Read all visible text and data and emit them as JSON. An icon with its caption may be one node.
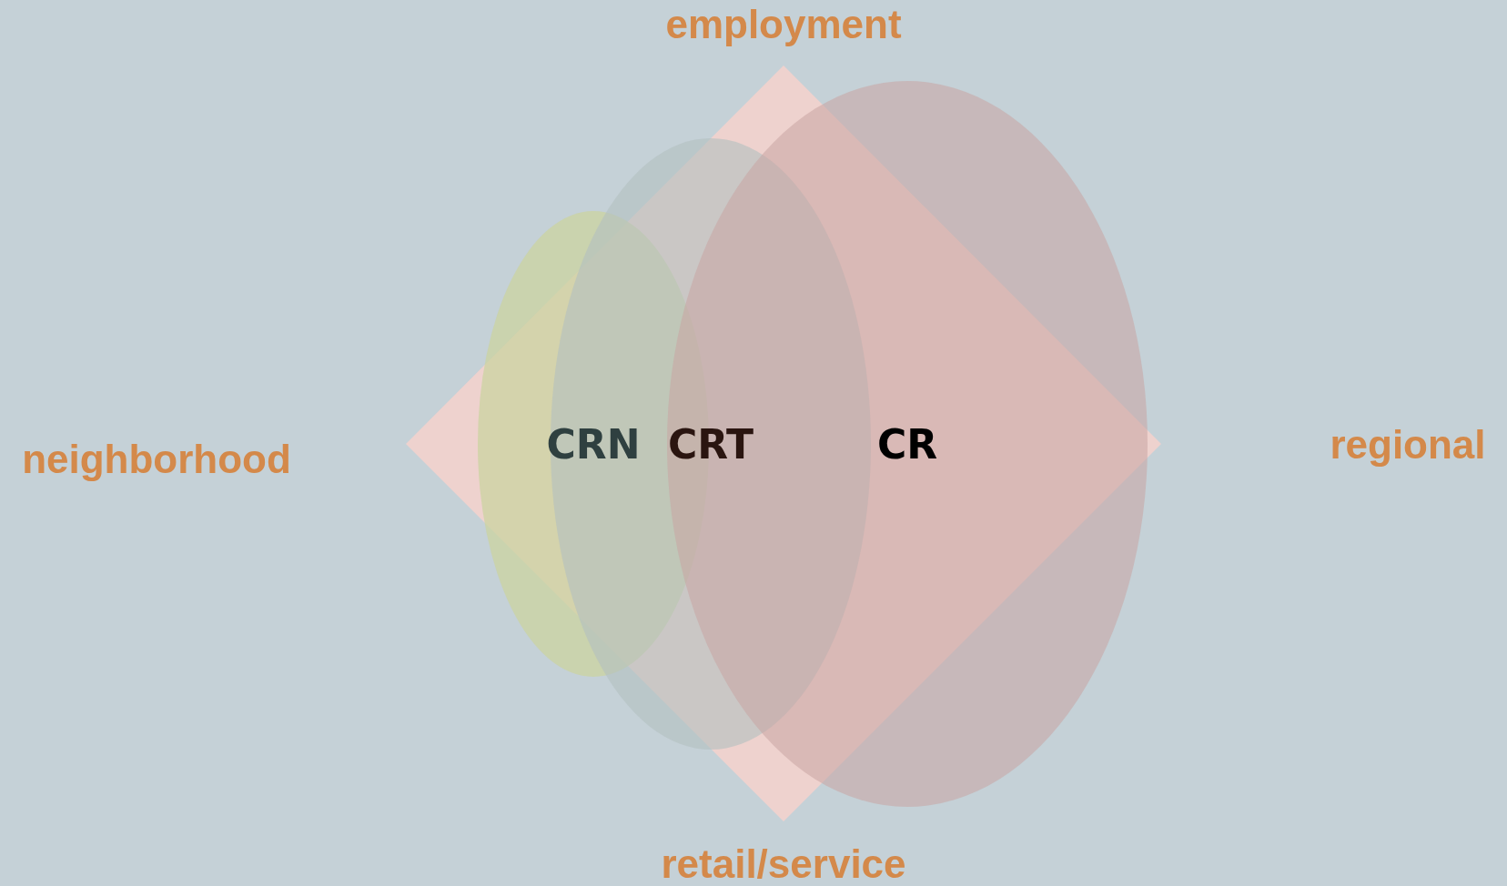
{
  "diagram": {
    "nodes": [
      {
        "text": [
          "CRN"
        ]
      },
      {
        "text": [
          "CRT"
        ]
      },
      {
        "text": [
          "CR"
        ]
      }
    ],
    "labels": [
      "employment",
      "neighborhood",
      "regional",
      "retail/service"
    ]
  }
}
